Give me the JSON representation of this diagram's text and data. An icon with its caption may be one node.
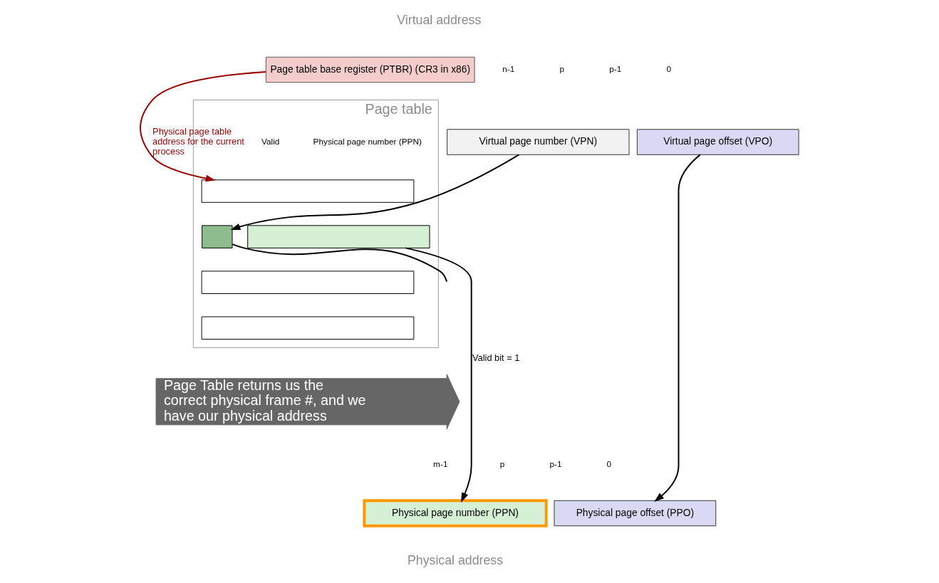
{
  "diagram": {
    "nodes": [
      {
        "text": [
          "Page table base register (PTBR) (CR3 in x86)"
        ]
      },
      {
        "text": [
          "Virtual page number (VPN)"
        ]
      },
      {
        "text": [
          "Virtual page offset (VPO)"
        ]
      },
      {
        "text": [
          "Page table"
        ]
      },
      {
        "text": [],
        "shape": "box",
        "in": 3
      },
      {
        "text": [],
        "shape": "box",
        "in": 3
      },
      {
        "text": [],
        "shape": "box",
        "in": 3
      },
      {
        "text": [],
        "shape": "box",
        "in": 3
      },
      {
        "text": [],
        "shape": "box",
        "in": 3
      },
      {
        "text": [
          "Physical page number (PPN)"
        ]
      },
      {
        "text": [
          "Physical page offset (PPO)"
        ]
      },
      {
        "text": [
          "Page Table returns us the correct physical frame #, and we have our physical address"
        ]
      }
    ],
    "edges": [
      {
        "from": 0,
        "to": 4,
        "arrow": "to",
        "label": "Physical page table address for the current process",
        "color": "#990000"
      },
      {
        "from": 1,
        "to": 5,
        "arrow": "to"
      },
      {
        "from": 5,
        "to": null,
        "arrow": "none"
      },
      {
        "from": 6,
        "to": 9,
        "arrow": "to",
        "label": "Valid bit = 1"
      },
      {
        "from": 2,
        "to": 10,
        "arrow": "to"
      }
    ],
    "labels": [
      "Virtual address",
      "n-1",
      "p",
      "p-1",
      "0",
      "Valid",
      "Physical page number (PPN)",
      "m-1",
      "p",
      "p-1",
      "0",
      "Physical address"
    ]
  }
}
